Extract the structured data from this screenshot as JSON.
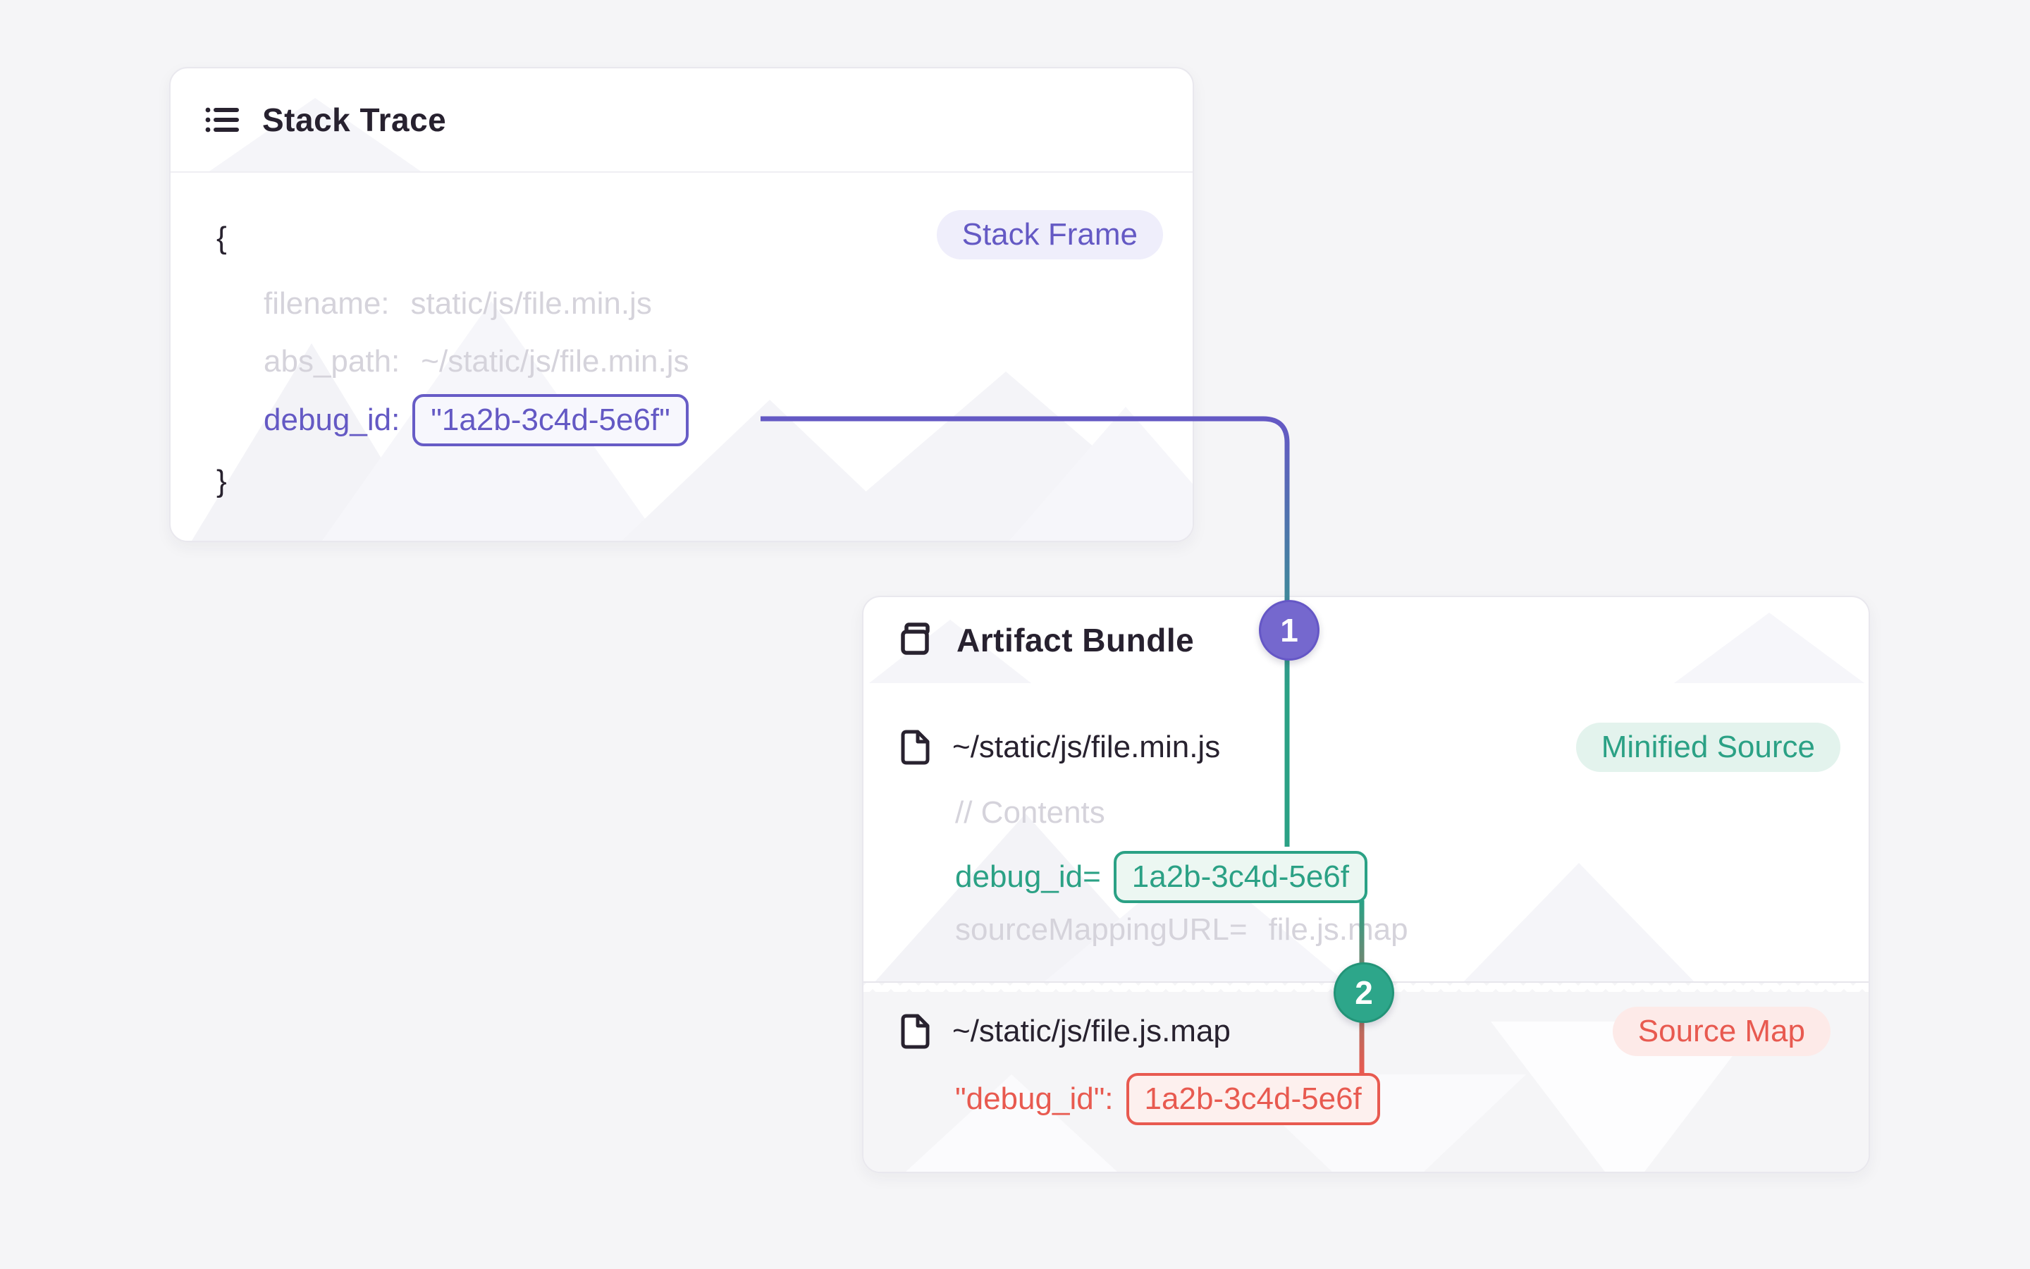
{
  "colors": {
    "page_background": "#f5f5f7",
    "purple_accent": "#6459c4",
    "teal_accent": "#2ba185",
    "red_accent": "#e85a50",
    "ink_text": "#28222f",
    "muted_text": "#d5d3db"
  },
  "stack_trace": {
    "title": "Stack Trace",
    "frame_badge": "Stack Frame",
    "brace_open": "{",
    "brace_close": "}",
    "filename_key": "filename:",
    "filename_value": "static/js/file.min.js",
    "abs_path_key": "abs_path:",
    "abs_path_value": "~/static/js/file.min.js",
    "debug_id_key": "debug_id:",
    "debug_id_value": "\"1a2b-3c4d-5e6f\""
  },
  "artifact_bundle": {
    "title": "Artifact Bundle",
    "minified_file": {
      "path": "~/static/js/file.min.js",
      "badge": "Minified Source",
      "contents_comment": "// Contents",
      "debug_id_key": "debug_id=",
      "debug_id_value": "1a2b-3c4d-5e6f",
      "sourcemap_key": "sourceMappingURL=",
      "sourcemap_value": "file.js.map"
    },
    "sourcemap_file": {
      "path": "~/static/js/file.js.map",
      "badge": "Source Map",
      "debug_id_key": "\"debug_id\":",
      "debug_id_value": "1a2b-3c4d-5e6f"
    }
  },
  "connectors": {
    "step_1": "1",
    "step_2": "2"
  }
}
